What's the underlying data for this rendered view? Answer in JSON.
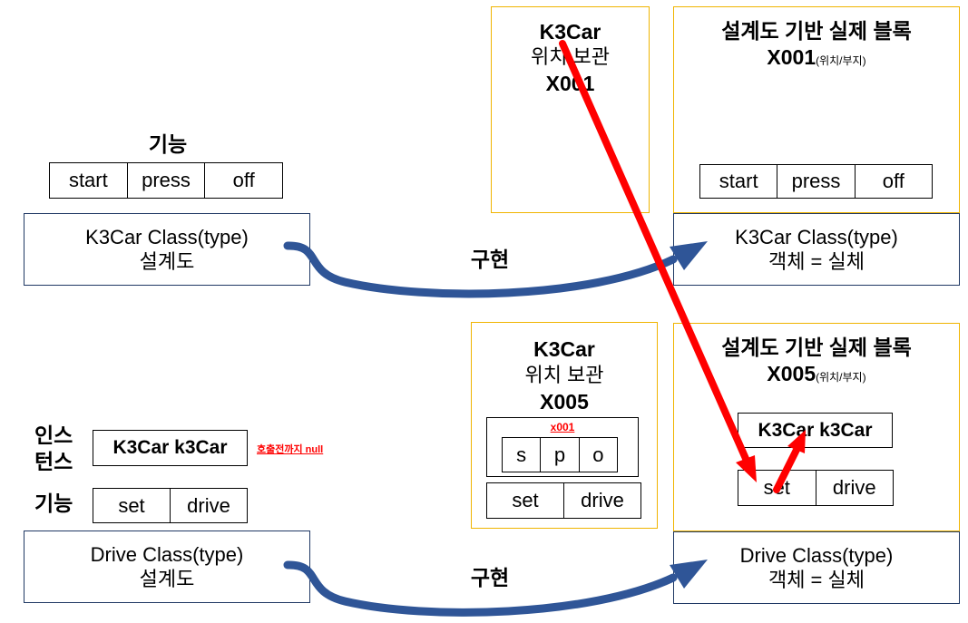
{
  "top": {
    "feature_label": "기능",
    "feature_cells": [
      "start",
      "press",
      "off"
    ],
    "class_box": {
      "line1": "K3Car Class(type)",
      "line2": "설계도"
    },
    "impl_label": "구현",
    "stack_box": {
      "line1": "K3Car",
      "line2": "위치 보관",
      "line3": "X001"
    },
    "heap_box": {
      "title": "설계도 기반 실제 블록",
      "address": "X001",
      "address_note": "(위치/부지)",
      "cells": [
        "start",
        "press",
        "off"
      ]
    },
    "object_box": {
      "line1": "K3Car Class(type)",
      "line2": "객체 = 실체"
    }
  },
  "bottom": {
    "instance_label_1": "인스",
    "instance_label_2": "턴스",
    "instance_value": "K3Car k3Car",
    "null_note": "호출전까지 null",
    "feature_label": "기능",
    "feature_cells": [
      "set",
      "drive"
    ],
    "class_box": {
      "line1": "Drive Class(type)",
      "line2": "설계도"
    },
    "impl_label": "구현",
    "stack_box": {
      "line1": "K3Car",
      "line2": "위치 보관",
      "line3": "X005",
      "ref_label": "x001",
      "ref_cells": [
        "s",
        "p",
        "o"
      ],
      "method_cells": [
        "set",
        "drive"
      ]
    },
    "heap_box": {
      "title": "설계도 기반 실제 블록",
      "address": "X005",
      "address_note": "(위치/부지)",
      "field": "K3Car k3Car",
      "cells": [
        "set",
        "drive"
      ]
    },
    "object_box": {
      "line1": "Drive Class(type)",
      "line2": "객체 = 실체"
    }
  },
  "colors": {
    "gold_border": "#f0b400",
    "navy_border": "#1f3864",
    "arrow_blue": "#2f5597",
    "arrow_red": "#ff0000"
  }
}
